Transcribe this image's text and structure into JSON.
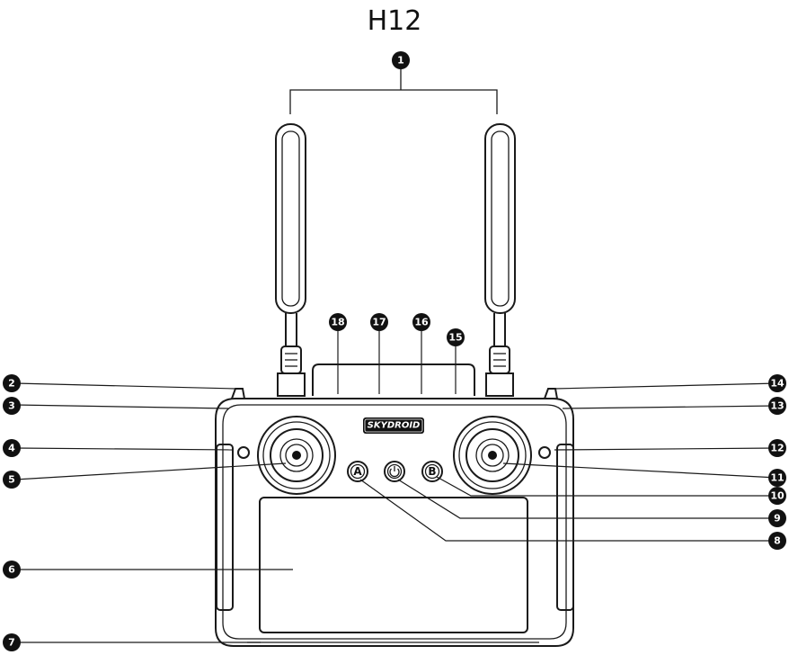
{
  "title": "H12",
  "logo": {
    "text": "SKYDROID"
  },
  "buttons": {
    "a_label": "A",
    "b_label": "B",
    "power_icon": "power-icon"
  },
  "callouts": {
    "c1": "1",
    "c2": "2",
    "c3": "3",
    "c4": "4",
    "c5": "5",
    "c6": "6",
    "c7": "7",
    "c8": "8",
    "c9": "9",
    "c10": "10",
    "c11": "11",
    "c12": "12",
    "c13": "13",
    "c14": "14",
    "c15": "15",
    "c16": "16",
    "c17": "17",
    "c18": "18"
  }
}
